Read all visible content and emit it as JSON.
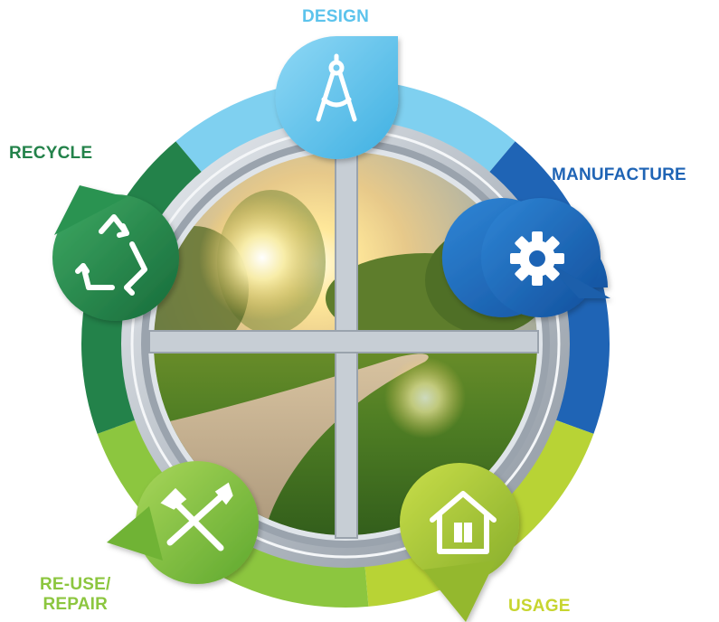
{
  "stages": {
    "design": {
      "label": "DESIGN",
      "icon": "compass-icon",
      "color": "#5cc3ec"
    },
    "manufacture": {
      "label": "MANUFACTURE",
      "icon": "gear-icon",
      "color": "#1f64b5"
    },
    "usage": {
      "label": "USAGE",
      "icon": "house-icon",
      "color": "#a7c93a"
    },
    "reuse": {
      "label_line1": "RE-USE/",
      "label_line2": "REPAIR",
      "icon": "tools-icon",
      "color": "#8cc63f"
    },
    "recycle": {
      "label": "RECYCLE",
      "icon": "recycle-icon",
      "color": "#23824a"
    }
  },
  "label_colors": {
    "design": "#5cc3ec",
    "manufacture": "#1f64b5",
    "usage": "#c7d52f",
    "reuse": "#8cc63f",
    "recycle": "#23824a"
  }
}
